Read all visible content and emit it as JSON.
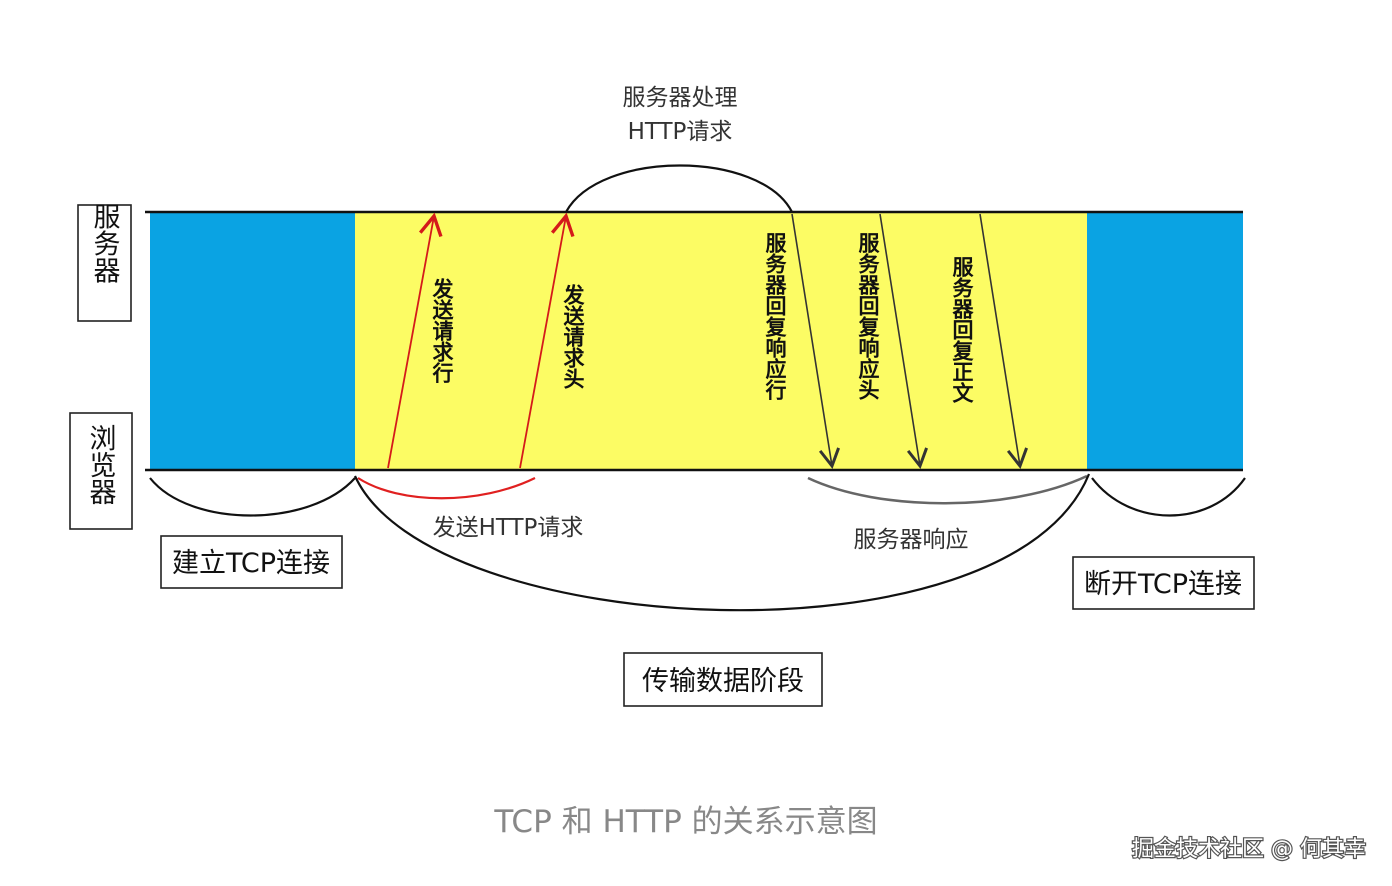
{
  "labels": {
    "server": "服务器",
    "browser": "浏览器",
    "server_process": "服务器处理",
    "http_request_line2": "HTTP请求",
    "send_request_line": "发送请求行",
    "send_request_header": "发送请求头",
    "resp_line": "服务器回复响应行",
    "resp_header": "服务器回复响应头",
    "resp_body": "服务器回复正文",
    "send_http_request": "发送HTTP请求",
    "server_response": "服务器响应",
    "establish_tcp": "建立TCP连接",
    "close_tcp": "断开TCP连接",
    "data_phase": "传输数据阶段"
  },
  "caption": "TCP 和 HTTP 的关系示意图",
  "watermark": "掘金技术社区 @ 何其幸",
  "colors": {
    "tcp_phase": "#0AA3E3",
    "data_phase": "#FCFC64",
    "request_arrow": "#D41A1A",
    "response_arrow": "#333333",
    "request_arc": "#E02020",
    "response_arc": "#666666"
  }
}
